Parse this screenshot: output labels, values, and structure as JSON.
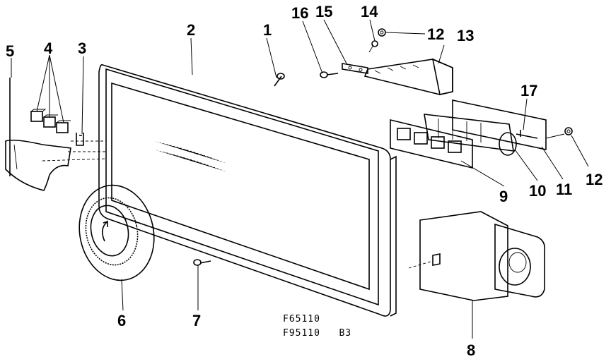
{
  "diagram": {
    "callouts": [
      {
        "id": "c1",
        "label": "1"
      },
      {
        "id": "c2",
        "label": "2"
      },
      {
        "id": "c3",
        "label": "3"
      },
      {
        "id": "c4",
        "label": "4"
      },
      {
        "id": "c5",
        "label": "5"
      },
      {
        "id": "c6",
        "label": "6"
      },
      {
        "id": "c7",
        "label": "7"
      },
      {
        "id": "c8",
        "label": "8"
      },
      {
        "id": "c9",
        "label": "9"
      },
      {
        "id": "c10",
        "label": "10"
      },
      {
        "id": "c11",
        "label": "11"
      },
      {
        "id": "c12a",
        "label": "12"
      },
      {
        "id": "c12b",
        "label": "12"
      },
      {
        "id": "c13",
        "label": "13"
      },
      {
        "id": "c14",
        "label": "14"
      },
      {
        "id": "c15",
        "label": "15"
      },
      {
        "id": "c16",
        "label": "16"
      },
      {
        "id": "c17",
        "label": "17"
      }
    ],
    "model_codes": [
      "F65110",
      "F95110   B3"
    ]
  }
}
